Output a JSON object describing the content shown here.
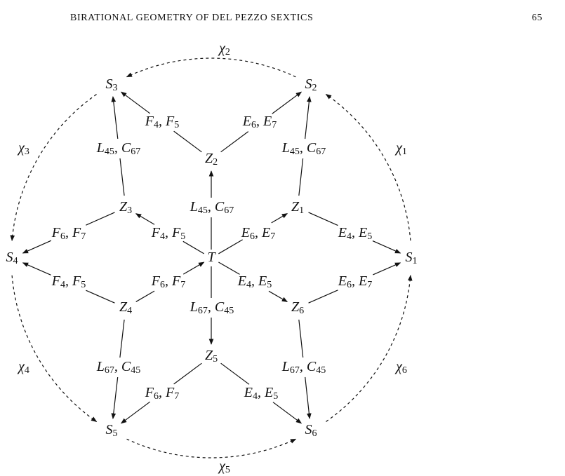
{
  "header": {
    "title": "BIRATIONAL GEOMETRY OF DEL PEZZO SEXTICS",
    "page_number": "65"
  },
  "diagram": {
    "nodes": [
      {
        "id": "T",
        "base": "T",
        "sub": ""
      },
      {
        "id": "S1",
        "base": "S",
        "sub": "1"
      },
      {
        "id": "S2",
        "base": "S",
        "sub": "2"
      },
      {
        "id": "S3",
        "base": "S",
        "sub": "3"
      },
      {
        "id": "S4",
        "base": "S",
        "sub": "4"
      },
      {
        "id": "S5",
        "base": "S",
        "sub": "5"
      },
      {
        "id": "S6",
        "base": "S",
        "sub": "6"
      },
      {
        "id": "Z1",
        "base": "Z",
        "sub": "1"
      },
      {
        "id": "Z2",
        "base": "Z",
        "sub": "2"
      },
      {
        "id": "Z3",
        "base": "Z",
        "sub": "3"
      },
      {
        "id": "Z4",
        "base": "Z",
        "sub": "4"
      },
      {
        "id": "Z5",
        "base": "Z",
        "sub": "5"
      },
      {
        "id": "Z6",
        "base": "Z",
        "sub": "6"
      }
    ],
    "edge_labels": [
      {
        "id": "T-Z2",
        "parts": [
          [
            "L",
            "45"
          ],
          [
            "C",
            "67"
          ]
        ]
      },
      {
        "id": "T-Z1",
        "parts": [
          [
            "E",
            "6"
          ],
          [
            "E",
            "7"
          ]
        ]
      },
      {
        "id": "T-Z3",
        "parts": [
          [
            "F",
            "4"
          ],
          [
            "F",
            "5"
          ]
        ]
      },
      {
        "id": "T-Z4",
        "parts": [
          [
            "F",
            "6"
          ],
          [
            "F",
            "7"
          ]
        ]
      },
      {
        "id": "T-Z6",
        "parts": [
          [
            "E",
            "4"
          ],
          [
            "E",
            "5"
          ]
        ]
      },
      {
        "id": "T-Z5",
        "parts": [
          [
            "L",
            "67"
          ],
          [
            "C",
            "45"
          ]
        ]
      },
      {
        "id": "Z2-S3",
        "parts": [
          [
            "F",
            "4"
          ],
          [
            "F",
            "5"
          ]
        ]
      },
      {
        "id": "Z2-S2",
        "parts": [
          [
            "E",
            "6"
          ],
          [
            "E",
            "7"
          ]
        ]
      },
      {
        "id": "Z3-S3",
        "parts": [
          [
            "L",
            "45"
          ],
          [
            "C",
            "67"
          ]
        ]
      },
      {
        "id": "Z1-S2",
        "parts": [
          [
            "L",
            "45"
          ],
          [
            "C",
            "67"
          ]
        ]
      },
      {
        "id": "Z3-S4",
        "parts": [
          [
            "F",
            "6"
          ],
          [
            "F",
            "7"
          ]
        ]
      },
      {
        "id": "Z1-S1",
        "parts": [
          [
            "E",
            "4"
          ],
          [
            "E",
            "5"
          ]
        ]
      },
      {
        "id": "Z4-S4",
        "parts": [
          [
            "F",
            "4"
          ],
          [
            "F",
            "5"
          ]
        ]
      },
      {
        "id": "Z6-S1",
        "parts": [
          [
            "E",
            "6"
          ],
          [
            "E",
            "7"
          ]
        ]
      },
      {
        "id": "Z4-S5",
        "parts": [
          [
            "L",
            "67"
          ],
          [
            "C",
            "45"
          ]
        ]
      },
      {
        "id": "Z6-S6",
        "parts": [
          [
            "L",
            "67"
          ],
          [
            "C",
            "45"
          ]
        ]
      },
      {
        "id": "Z5-S5",
        "parts": [
          [
            "F",
            "6"
          ],
          [
            "F",
            "7"
          ]
        ]
      },
      {
        "id": "Z5-S6",
        "parts": [
          [
            "E",
            "4"
          ],
          [
            "E",
            "5"
          ]
        ]
      }
    ],
    "chi_labels": [
      {
        "id": "chi1",
        "base": "χ",
        "sub": "1"
      },
      {
        "id": "chi2",
        "base": "χ",
        "sub": "2"
      },
      {
        "id": "chi3",
        "base": "χ",
        "sub": "3"
      },
      {
        "id": "chi4",
        "base": "χ",
        "sub": "4"
      },
      {
        "id": "chi5",
        "base": "χ",
        "sub": "5"
      },
      {
        "id": "chi6",
        "base": "χ",
        "sub": "6"
      }
    ]
  }
}
